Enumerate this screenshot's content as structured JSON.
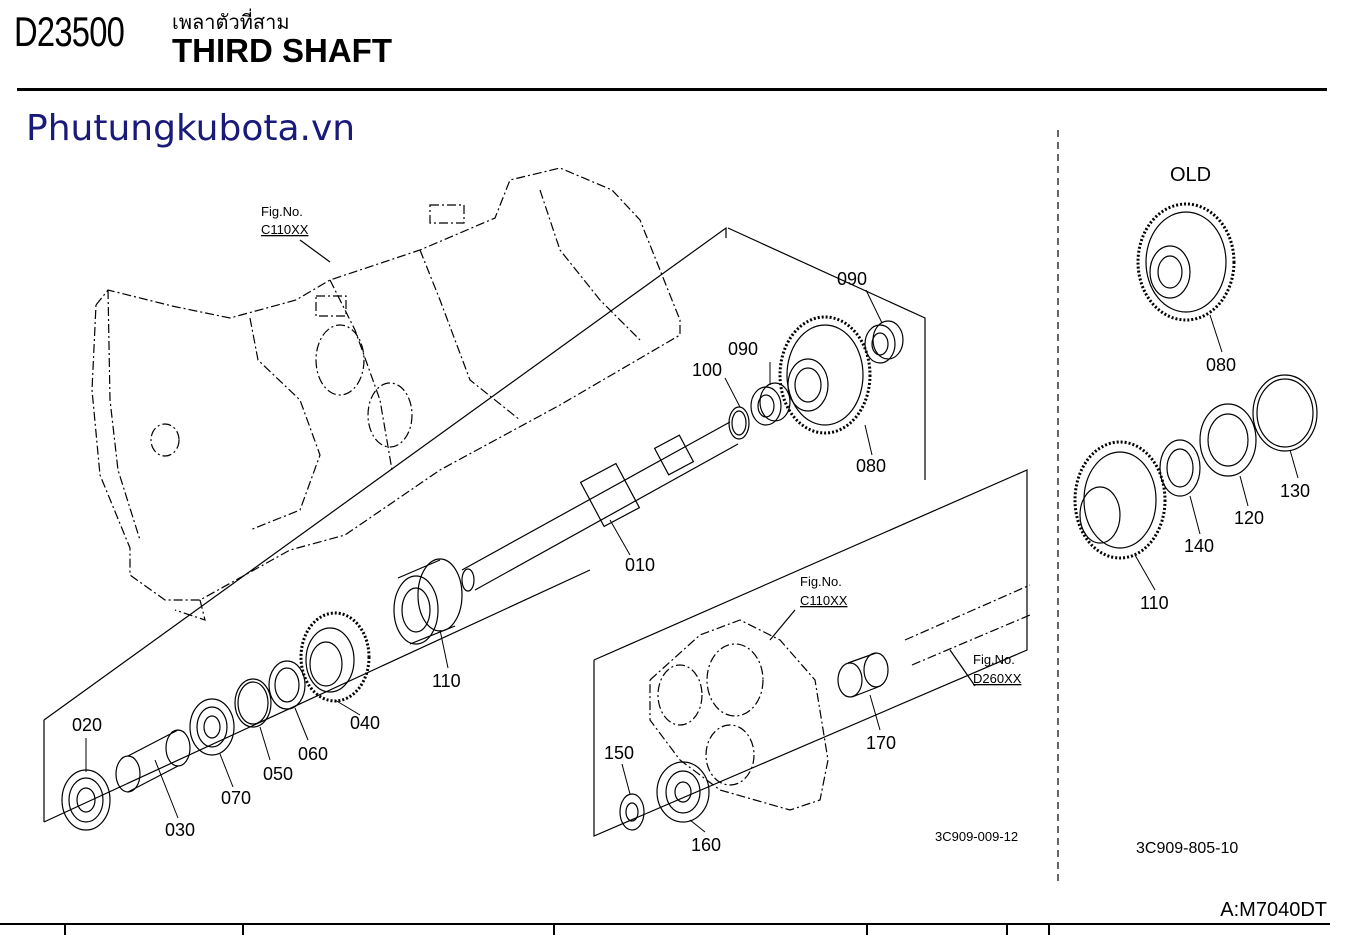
{
  "header": {
    "code": "D23500",
    "title_th": "เพลาตัวที่สาม",
    "title_en": "THIRD SHAFT"
  },
  "watermark": "Phutungkubota.vn",
  "old_label": "OLD",
  "fig_refs": [
    {
      "line1": "Fig.No.",
      "line2": "C110XX"
    },
    {
      "line1": "Fig.No.",
      "line2": "C110XX"
    },
    {
      "line1": "Fig.No.",
      "line2": "D260XX"
    }
  ],
  "parts": {
    "p010": "010",
    "p020": "020",
    "p030": "030",
    "p040": "040",
    "p050": "050",
    "p060": "060",
    "p070": "070",
    "p080": "080",
    "p090a": "090",
    "p090b": "090",
    "p100": "100",
    "p110": "110",
    "p150": "150",
    "p160": "160",
    "p170": "170",
    "o080": "080",
    "o110": "110",
    "o120": "120",
    "o130": "130",
    "o140": "140"
  },
  "drawing_ids": {
    "main": "3C909-009-12",
    "old": "3C909-805-10"
  },
  "model": "A:M7040DT"
}
